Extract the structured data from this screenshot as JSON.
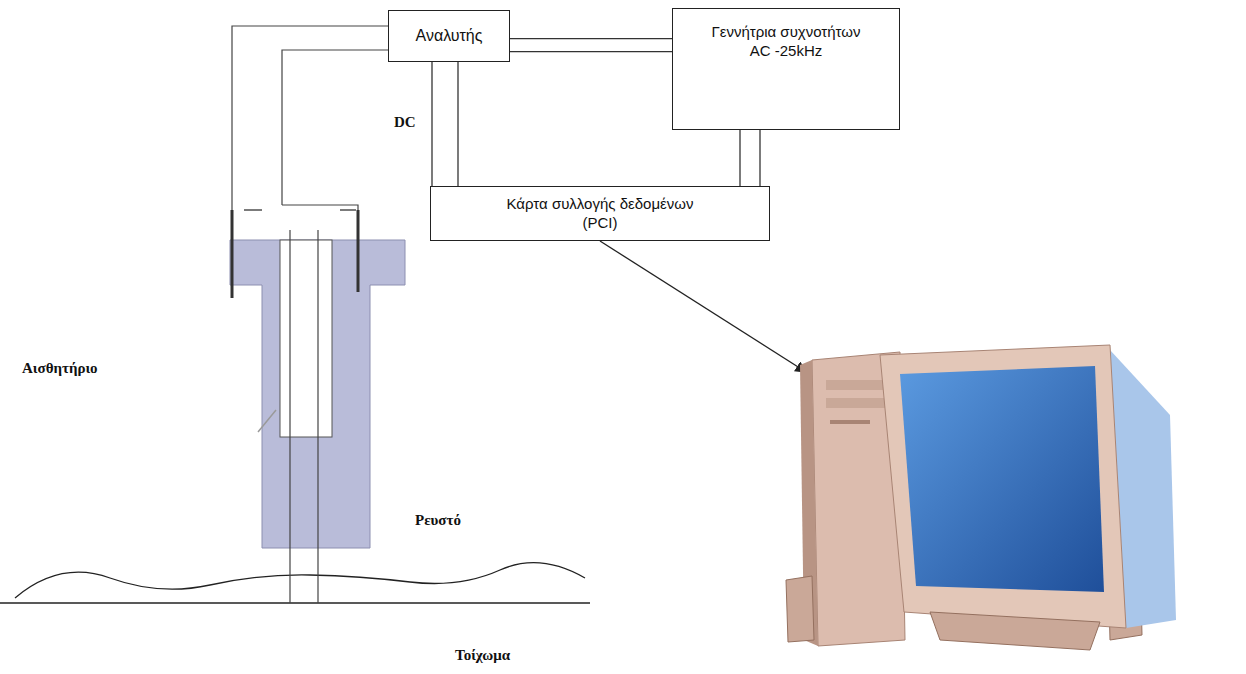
{
  "diagram": {
    "nodes": [
      {
        "text": [
          "Αναλυτής"
        ]
      },
      {
        "text": [
          "Γεννήτρια συχνοτήτων AC -25kHz"
        ]
      },
      {
        "text": [
          "Κάρτα συλλογής δεδομένων (PCI)"
        ]
      }
    ],
    "edges": [
      {
        "from": 0,
        "to": 1,
        "arrow": "none"
      },
      {
        "from": 0,
        "to": 2,
        "arrow": "none",
        "label": "DC"
      },
      {
        "from": 1,
        "to": 2,
        "arrow": "none"
      }
    ],
    "labels": [
      "Αισθητήριο",
      "Ρευστό",
      "Τοίχωμα"
    ]
  }
}
